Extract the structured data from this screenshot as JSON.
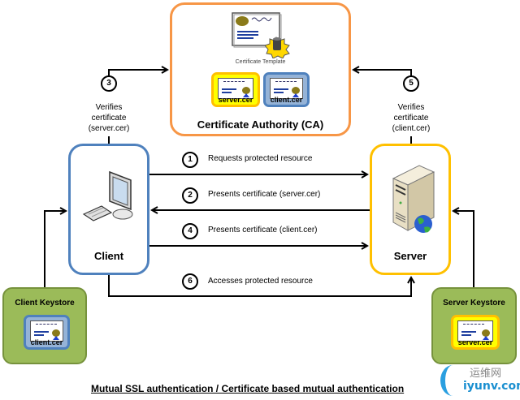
{
  "title": "Mutual SSL authentication / Certificate based mutual authentication",
  "ca": {
    "title": "Certificate Authority (CA)",
    "template_label": "Certificate Template",
    "certs": [
      {
        "label": "server.cer",
        "color": "#ffff00"
      },
      {
        "label": "client.cer",
        "color": "#95b3d7"
      }
    ],
    "border_color": "#f79646"
  },
  "client": {
    "title": "Client",
    "border_color": "#4f81bd",
    "icon": "computer-icon"
  },
  "server": {
    "title": "Server",
    "border_color": "#ffc000",
    "icon": "server-icon"
  },
  "client_keystore": {
    "title": "Client Keystore",
    "cert": "client.cer",
    "color": "#9bbb59"
  },
  "server_keystore": {
    "title": "Server Keystore",
    "cert": "server.cer",
    "color": "#9bbb59"
  },
  "steps": [
    {
      "num": "1",
      "text": "Requests protected resource",
      "direction": "client-to-server"
    },
    {
      "num": "2",
      "text": "Presents certificate (server.cer)",
      "direction": "server-to-client"
    },
    {
      "num": "3",
      "text": "Verifies certificate (server.cer)",
      "lines": [
        "Verifies",
        "certificate",
        "(server.cer)"
      ],
      "direction": "client-to-ca"
    },
    {
      "num": "4",
      "text": "Presents certificate (client.cer)",
      "direction": "client-to-server"
    },
    {
      "num": "5",
      "text": "Verifies certificate (client.cer)",
      "lines": [
        "Verifies",
        "certificate",
        "(client.cer)"
      ],
      "direction": "server-to-ca"
    },
    {
      "num": "6",
      "text": "Accesses protected resource",
      "direction": "client-to-server"
    }
  ],
  "watermark": {
    "cn": "运维网",
    "en": "iyunv.com"
  }
}
